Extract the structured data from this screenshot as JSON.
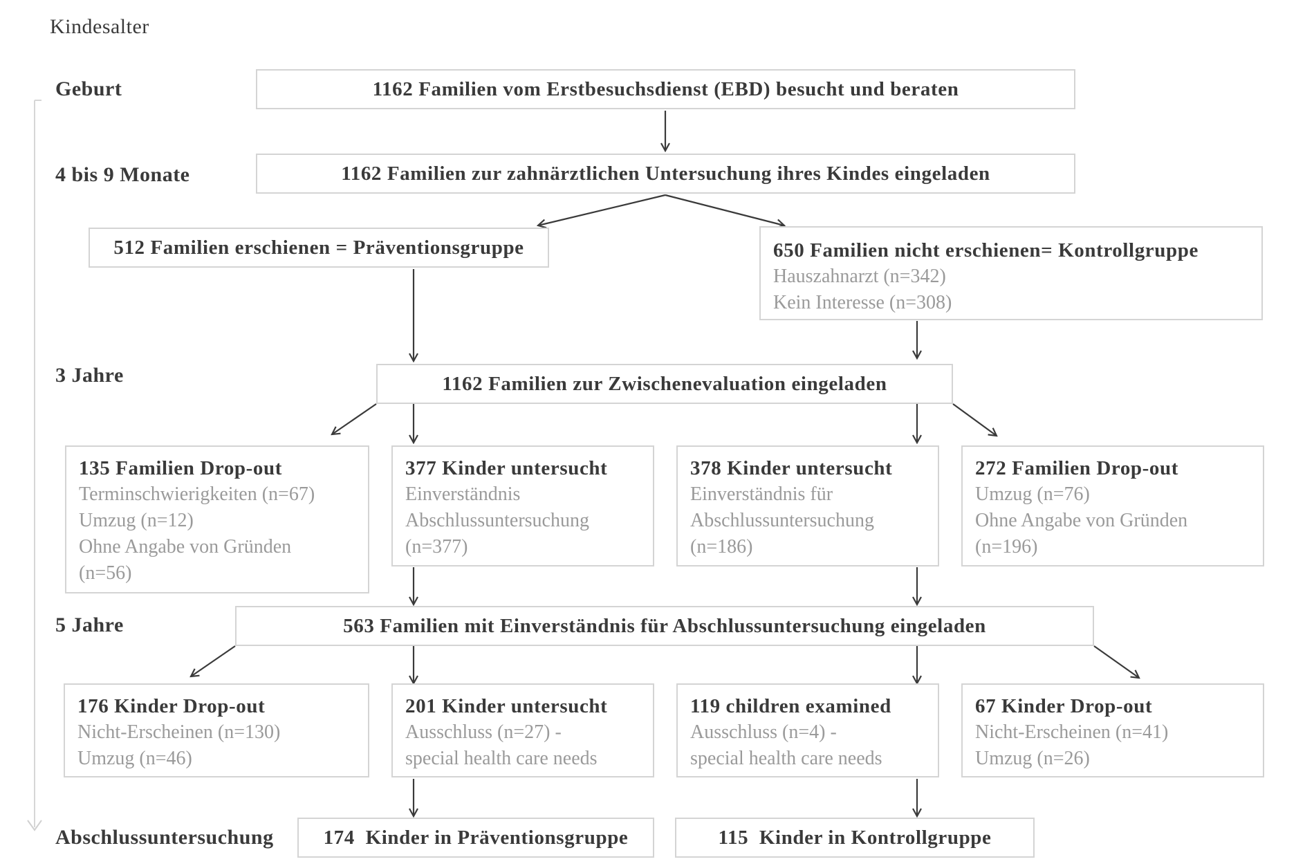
{
  "axis": {
    "title": "Kindesalter",
    "stages": [
      "Geburt",
      "4 bis 9 Monate",
      "3 Jahre",
      "5 Jahre",
      "Abschlussuntersuchung"
    ]
  },
  "boxes": {
    "ebd": "1162 Familien vom Erstbesuchsdienst (EBD) besucht und beraten",
    "invited": "1162 Familien zur zahnärztlichen Untersuchung ihres Kindes eingeladen",
    "prevention": "512 Familien erschienen = Präventionsgruppe",
    "control": {
      "head": "650 Familien nicht erschienen= Kontrollgruppe",
      "lines": [
        "Hauszahnarzt (n=342)",
        "Kein Interesse (n=308)"
      ]
    },
    "interim": "1162 Familien zur Zwischenevaluation eingeladen",
    "row3": [
      {
        "head": "135 Familien Drop-out",
        "lines": [
          "Terminschwierigkeiten (n=67)",
          "Umzug (n=12)",
          "Ohne Angabe von Gründen",
          "(n=56)"
        ]
      },
      {
        "head": "377 Kinder untersucht",
        "lines": [
          "Einverständnis",
          "Abschlussuntersuchung",
          "(n=377)"
        ]
      },
      {
        "head": "378 Kinder untersucht",
        "lines": [
          "Einverständnis für",
          "Abschlussuntersuchung",
          "(n=186)"
        ]
      },
      {
        "head": "272 Familien Drop-out",
        "lines": [
          "Umzug (n=76)",
          "Ohne Angabe von Gründen",
          "(n=196)"
        ]
      }
    ],
    "final_invite": "563 Familien mit Einverständnis für Abschlussuntersuchung eingeladen",
    "row5": [
      {
        "head": "176 Kinder Drop-out",
        "lines": [
          "Nicht-Erscheinen (n=130)",
          "Umzug (n=46)"
        ]
      },
      {
        "head": "201 Kinder untersucht",
        "lines": [
          "Ausschluss (n=27) -",
          "special health care needs"
        ]
      },
      {
        "head": "119 children examined",
        "lines": [
          "Ausschluss (n=4) -",
          "special health care needs"
        ]
      },
      {
        "head": "67 Kinder Drop-out",
        "lines": [
          "Nicht-Erscheinen (n=41)",
          "Umzug (n=26)"
        ]
      }
    ],
    "final_prevention": "174  Kinder in Präventionsgruppe",
    "final_control": "115  Kinder in Kontrollgruppe"
  }
}
